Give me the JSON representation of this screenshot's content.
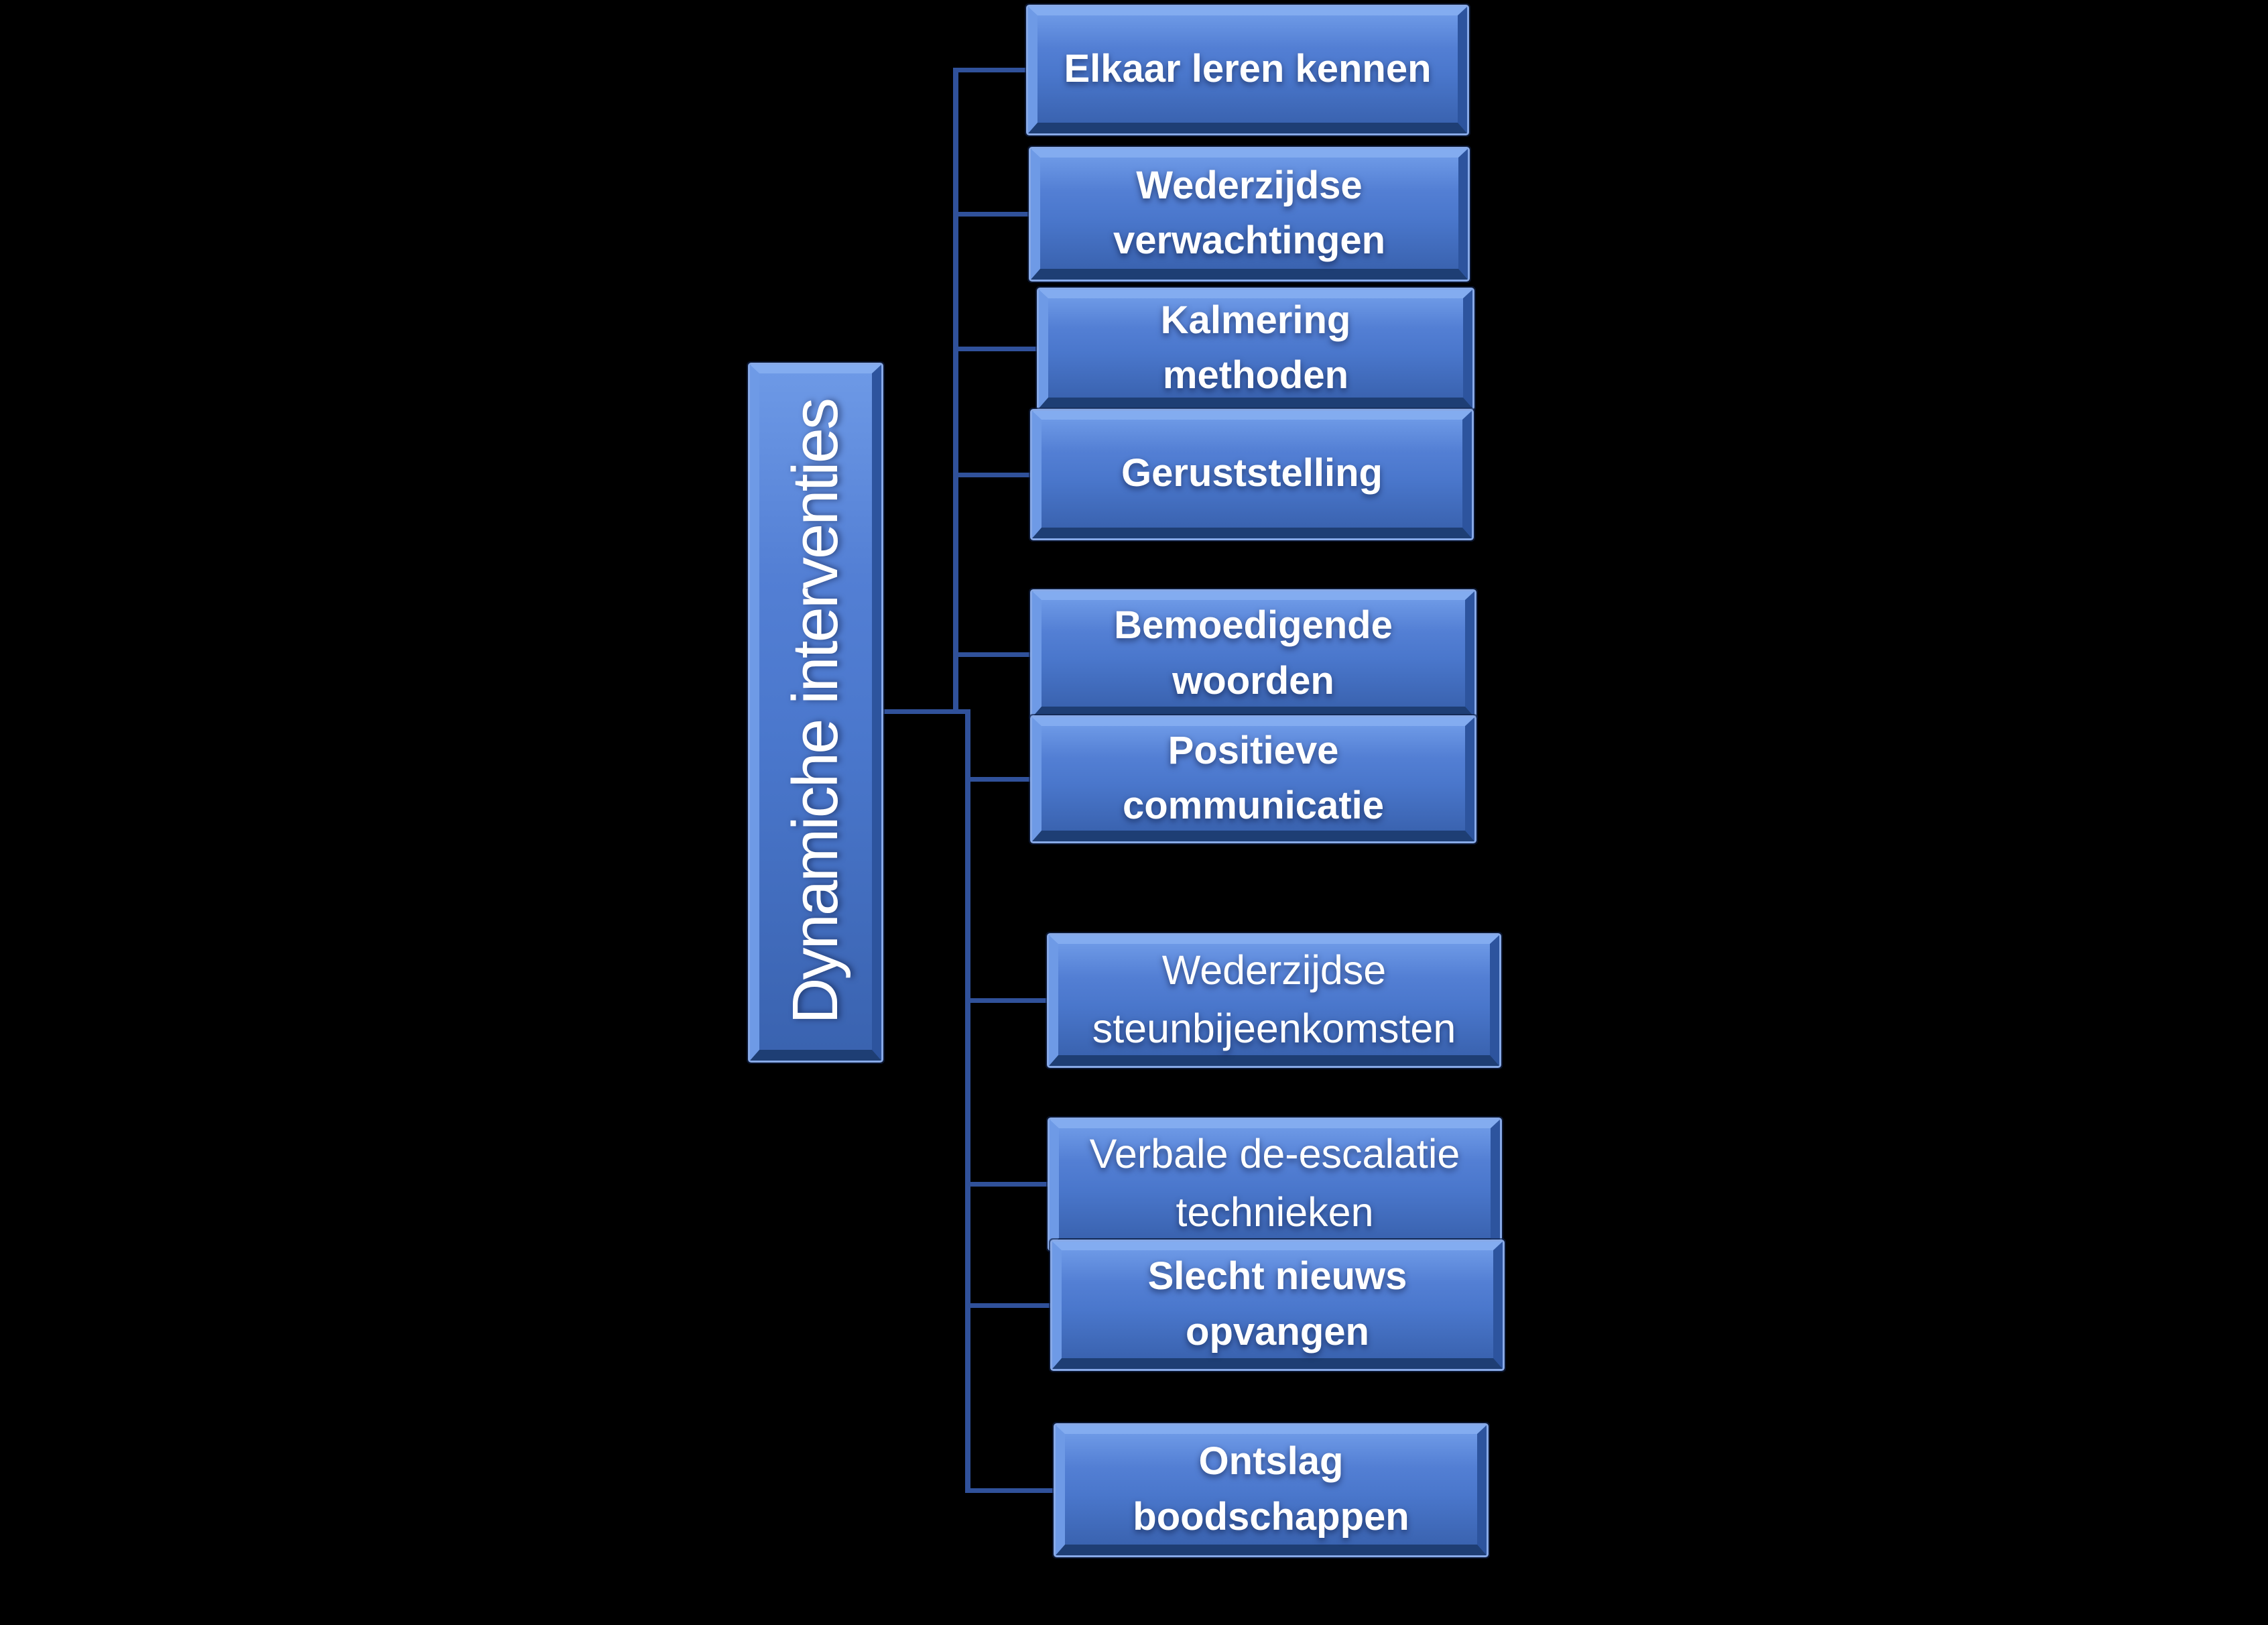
{
  "diagram": {
    "title": "Dynamiche interventies hierarchy",
    "root_label": "Dynamiche interventies",
    "nodes": [
      {
        "label": "Elkaar leren kennen",
        "emphasis": "bold"
      },
      {
        "label": "Wederzijdse\nverwachtingen",
        "emphasis": "bold"
      },
      {
        "label": "Kalmering\nmethoden",
        "emphasis": "bold"
      },
      {
        "label": "Geruststelling",
        "emphasis": "bold"
      },
      {
        "label": "Bemoedigende\nwoorden",
        "emphasis": "bold"
      },
      {
        "label": "Positieve\ncommunicatie",
        "emphasis": "bold"
      },
      {
        "label": "Wederzijdse\nsteunbijeenkomsten",
        "emphasis": "regular"
      },
      {
        "label": "Verbale de-escalatie\ntechnieken",
        "emphasis": "regular"
      },
      {
        "label": "Slecht nieuws\nopvangen",
        "emphasis": "bold"
      },
      {
        "label": "Ontslag\nboodschappen",
        "emphasis": "bold"
      }
    ]
  },
  "colors": {
    "background": "#000000",
    "node_fill_center": "#4a77cc",
    "node_bevel_light": "#83acf0",
    "node_bevel_dark": "#1e3e74",
    "node_outline": "#87a9e7",
    "connector": "#30519a",
    "text": "#ffffff"
  }
}
